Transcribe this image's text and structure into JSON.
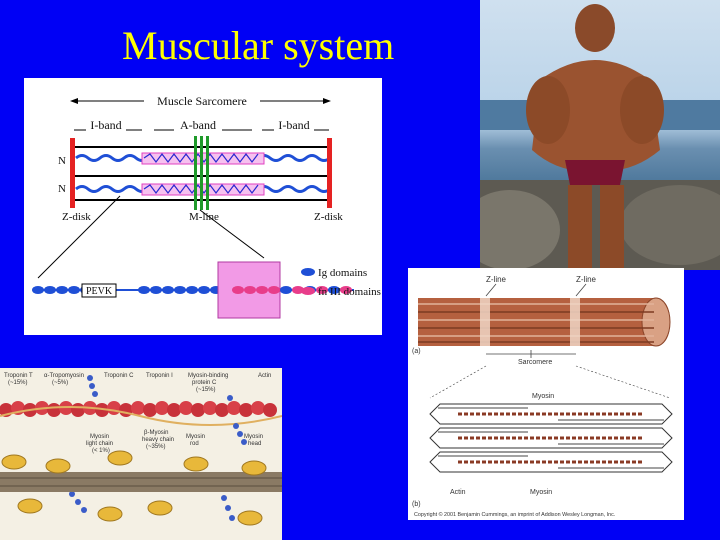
{
  "slide": {
    "title": "Muscular system"
  },
  "sarcomere": {
    "muscle_sarcomere": "Muscle Sarcomere",
    "i_band_left": "I-band",
    "a_band": "A-band",
    "i_band_right": "I-band",
    "n1": "N",
    "n2": "N",
    "z_disk_left": "Z-disk",
    "m_line": "M-line",
    "z_disk_right": "Z-disk",
    "pevk": "PEVK",
    "legend_ig": "Ig domains",
    "legend_fn": "fn III domains",
    "colors": {
      "z_disk": "#e52222",
      "m_line": "#1f9a2a",
      "thick": "#e040c0",
      "titin": "#1f4fd6",
      "kinase_box": "#f29ae6"
    }
  },
  "fiber": {
    "z_line_left": "Z-line",
    "z_line_right": "Z-line",
    "panel_a": "(a)",
    "sarcomere": "Sarcomere",
    "myosin_top": "Myosin",
    "actin": "Actin",
    "myosin_bottom": "Myosin",
    "panel_b": "(b)",
    "copyright": "Copyright © 2001 Benjamin Cummings, an imprint of Addison Wesley Longman, Inc."
  },
  "thin_filament": {
    "troponin_t": "Troponin T",
    "troponin_t_pct": "(~15%)",
    "tropomyosin": "α-Tropomyosin",
    "tropomyosin_pct": "(~5%)",
    "troponin_c": "Troponin C",
    "troponin_i": "Troponin I",
    "binding_protein": "Myosin-binding",
    "binding_protein_2": "protein C",
    "binding_pct": "(~15%)",
    "actin": "Actin",
    "light_chain": "Myosin",
    "light_chain_2": "light chain",
    "light_pct": "(< 1%)",
    "heavy_chain": "β-Myosin",
    "heavy_chain_2": "heavy chain",
    "heavy_pct": "(~35%)",
    "rod": "Myosin",
    "rod_2": "rod",
    "head": "Myosin",
    "head_2": "head"
  }
}
